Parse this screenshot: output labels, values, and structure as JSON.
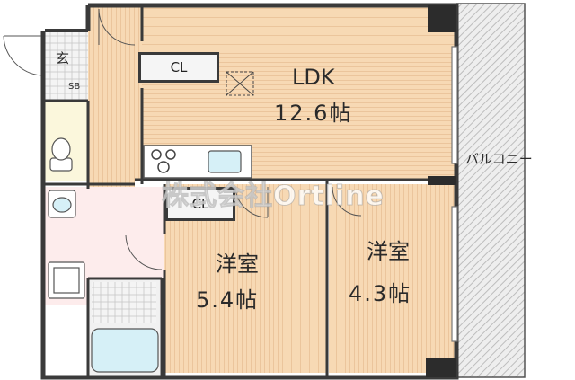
{
  "rooms": {
    "ldk_name": "LDK",
    "ldk_size": "12.6帖",
    "west_name": "洋室",
    "west_size": "5.4帖",
    "east_name": "洋室",
    "east_size": "4.3帖",
    "entrance": "玄",
    "shoe_box": "SB",
    "closet_top": "CL",
    "closet_mid": "CL",
    "balcony": "バルコニー"
  },
  "watermark": "株式会社Ortline",
  "colors": {
    "floor": "#f7d9b4",
    "grain": "#eac49a",
    "wall": "#3a3a3a",
    "wet_area": "#fdecec",
    "toilet": "#fbf7dc",
    "balcony": "#d8d8d8",
    "text": "#2a2a2a"
  }
}
